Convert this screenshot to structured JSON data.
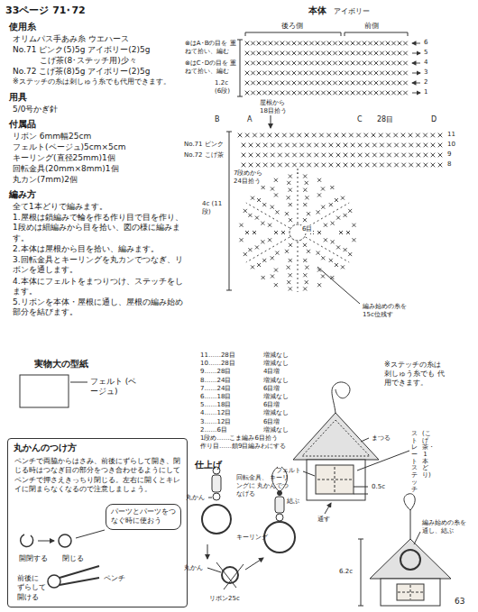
{
  "diagram": {
    "title": "33ページ 71･72",
    "nodes": [
      {
        "text": [
          "丸かんのつけ方",
          "ペンチで両脇からはさみ、前後にずらして開き、閉じる時はつなぎ目の部分をつき合わせるようにしてペンチで押さえきっちり閉じる。左右に開くとキレイに閉まらなくなるので注意しましょう。",
          "開閉する",
          "閉じる",
          "前後に ずらして 開ける",
          "ペンチ"
        ]
      },
      {
        "text": [
          "パーツとパーツをつなぐ時に使おう"
        ],
        "in": 0
      }
    ],
    "labels": [
      "使用糸",
      "オリムパス手あみ糸 ウエハース",
      "No.71 ピンク(5)5g アイボリー(2)5g",
      "こげ茶(8･ステッチ用)少々",
      "No.72 こげ茶(8)5g アイボリー(2)5g",
      "※ステッチの糸は刺しゅう糸でも代用できます。",
      "用具",
      "5/0号かぎ針",
      "付属品",
      "リボン 6mm幅25cm",
      "フェルト(ベージュ)5cm×5cm",
      "キーリング(直径25mm)1個",
      "回転金具(20mm×8mm)1個",
      "丸カン(7mm)2個",
      "編み方",
      "全て1本どりで編みます。",
      "1.屋根は鎖編みで輪を作る作り目で目を作り、1段めは細編みから目を拾い、図の様に編みます。",
      "2.本体は屋根から目を拾い、編みます。",
      "3.回転金具とキーリングを丸カンでつなぎ、リボンを通します。",
      "4.本体にフェルトをまつりつけ、ステッチをします。",
      "5.リボンを本体・屋根に通し、屋根の編み始め部分を結びます。",
      "実物大の型紙",
      "フェルト (ベージュ)",
      "本体",
      "アイボリー",
      "後ろ側",
      "前側",
      "⊗はA･Bの目を 重ねて拾い、編む",
      "⊗はC･Dの目を 重ねて拾い、編む",
      "1.2c (6段)",
      "6",
      "5",
      "4",
      "3",
      "2",
      "1",
      "屋根から 18目拾う",
      "B",
      "A",
      "C",
      "28目",
      "D",
      "11",
      "10",
      "9",
      "8",
      "No.71 ピンク",
      "No.72 こげ茶",
      "4c (11段)",
      "7段めから 24目拾う",
      "6目",
      "編み始めの糸を 15c位残す",
      "11……28目",
      "増減なし",
      "10……28目",
      "増減なし",
      "9……28目",
      "4目増",
      "8……24目",
      "増減なし",
      "7……24目",
      "6目増",
      "6……18目",
      "増減なし",
      "5……18目",
      "6目増",
      "4……12目",
      "増減なし",
      "3……12目",
      "6目増",
      "2……6目",
      "増減なし",
      "1段め……こま編み6目拾う",
      "作り目……鎖9目編みわにする",
      "※ステッチの糸は 刺しゅう糸でも 代用できます。",
      "仕上げ",
      "回転金具、 キーリングに 丸かんでつなげる",
      "丸かん",
      "キーリング",
      "結ぶ",
      "リボン25c",
      "丸かん",
      "まつる",
      "フェルト",
      "0.5c",
      "通す",
      "ストレートステッチ",
      "(こげ茶・1本どり)",
      "編み始めの糸を 通し、結ぶ",
      "6.2c",
      "63"
    ]
  }
}
